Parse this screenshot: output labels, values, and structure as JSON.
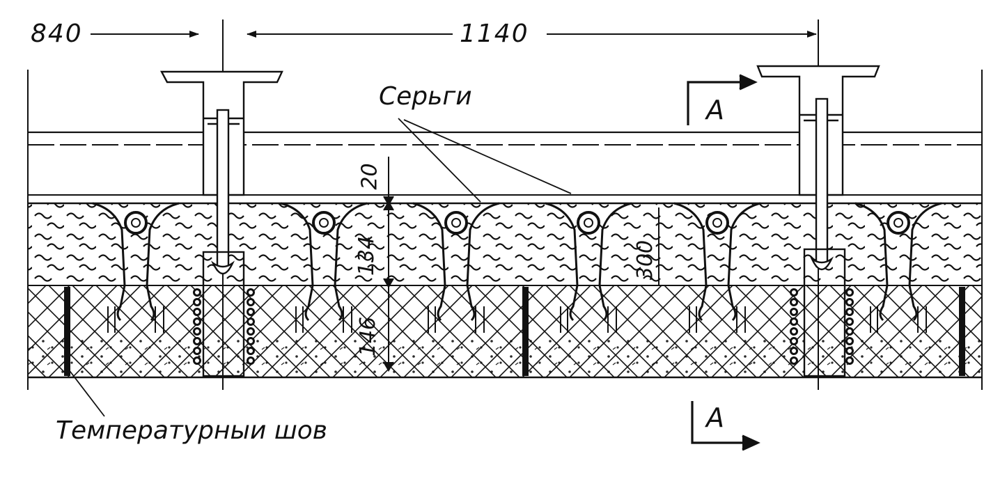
{
  "dimensions": {
    "left_span": "840",
    "main_span": "1140",
    "gap": "20",
    "depth_upper": "134",
    "depth_lower": "146",
    "insulation": "300"
  },
  "labels": {
    "earrings": "Серьги",
    "expansion_joint": "Температурныи шов",
    "section_top": "A",
    "section_bottom": "A"
  },
  "colors": {
    "ink": "#111111",
    "paper": "#ffffff"
  }
}
